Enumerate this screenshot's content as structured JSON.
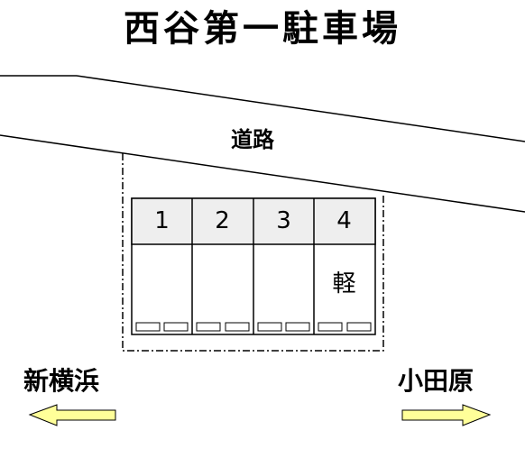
{
  "title": "西谷第一駐車場",
  "road_label": "道路",
  "direction_left": "新横浜",
  "direction_right": "小田原",
  "spaces": [
    {
      "number": "1",
      "mark": ""
    },
    {
      "number": "2",
      "mark": ""
    },
    {
      "number": "3",
      "mark": ""
    },
    {
      "number": "4",
      "mark": "軽"
    }
  ],
  "colors": {
    "arrow_fill": "#ffff99",
    "header_fill": "#eeeeee"
  }
}
